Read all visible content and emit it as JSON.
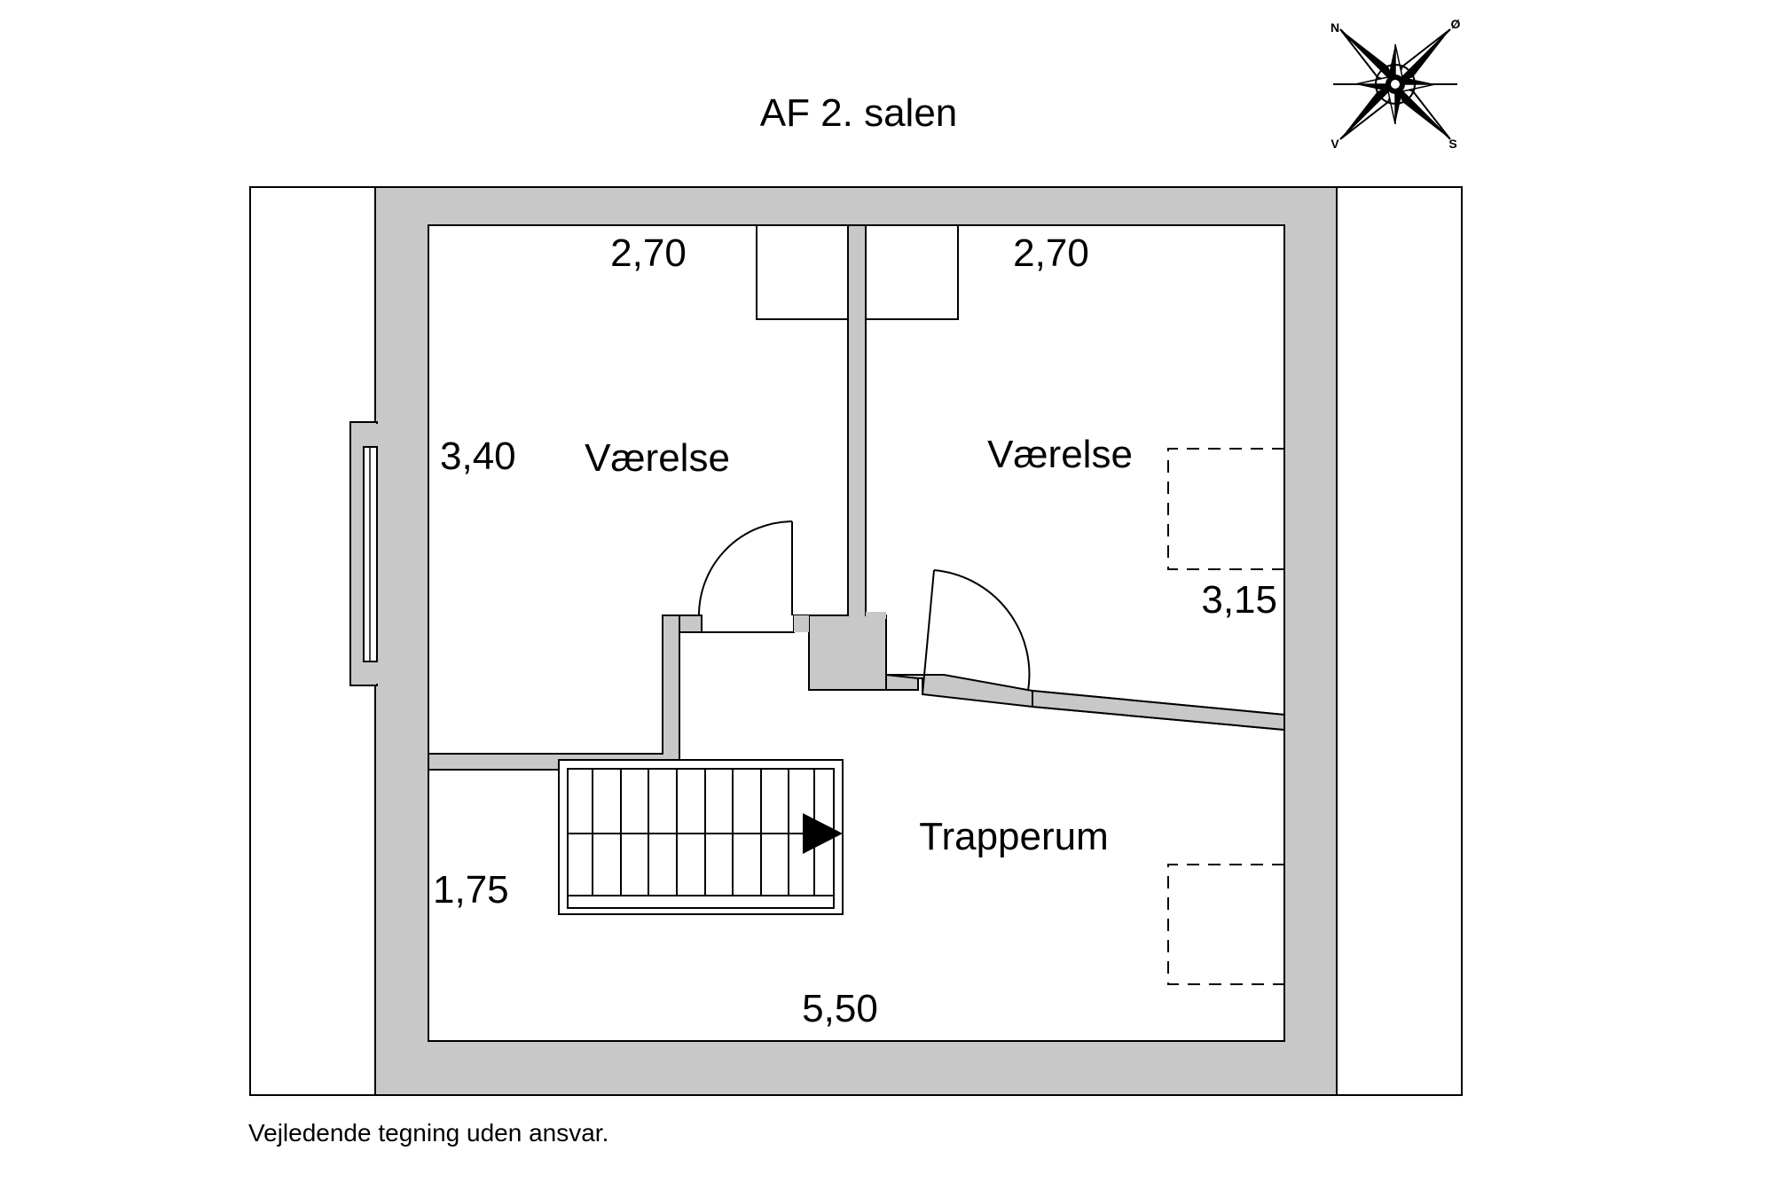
{
  "title": "AF 2. salen",
  "footer": "Vejledende tegning uden ansvar.",
  "compass": {
    "n": "N",
    "e": "Ø",
    "s": "S",
    "w": "V"
  },
  "rooms": {
    "room_left": "Værelse",
    "room_right": "Værelse",
    "stair_room": "Trapperum"
  },
  "dimensions": {
    "left_room_width": "2,70",
    "right_room_width": "2,70",
    "left_room_depth": "3,40",
    "right_room_depth": "3,15",
    "stair_room_depth": "1,75",
    "stair_room_width": "5,50"
  },
  "colors": {
    "wall": "#c8c8c8",
    "line": "#000000",
    "background": "#ffffff"
  }
}
